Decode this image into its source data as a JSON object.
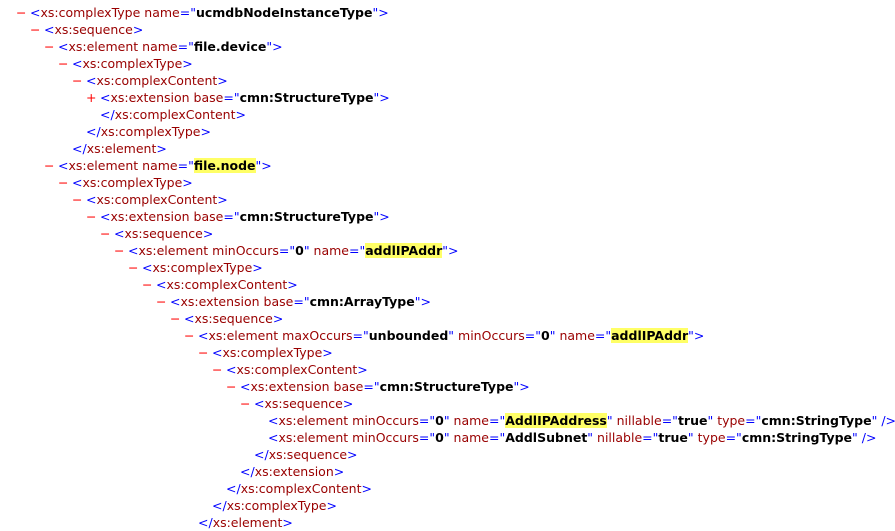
{
  "xml_lines": [
    {
      "toggle": "−",
      "open": "<",
      "tag": "xs:complexType",
      "attrs": [
        {
          "name": "name",
          "value": "ucmdbNodeInstanceType",
          "hl": false
        }
      ],
      "close": ">"
    },
    {
      "toggle": "−",
      "open": "<",
      "tag": "xs:sequence",
      "attrs": [],
      "close": ">"
    },
    {
      "toggle": "−",
      "open": "<",
      "tag": "xs:element",
      "attrs": [
        {
          "name": "name",
          "value": "file.device",
          "hl": false
        }
      ],
      "close": ">"
    },
    {
      "toggle": "−",
      "open": "<",
      "tag": "xs:complexType",
      "attrs": [],
      "close": ">"
    },
    {
      "toggle": "−",
      "open": "<",
      "tag": "xs:complexContent",
      "attrs": [],
      "close": ">"
    },
    {
      "toggle": "+",
      "open": "<",
      "tag": "xs:extension",
      "attrs": [
        {
          "name": "base",
          "value": "cmn:StructureType",
          "hl": false
        }
      ],
      "close": ">"
    },
    {
      "toggle": "",
      "open": "</",
      "tag": "xs:complexContent",
      "attrs": [],
      "close": ">"
    },
    {
      "toggle": "",
      "open": "</",
      "tag": "xs:complexType",
      "attrs": [],
      "close": ">"
    },
    {
      "toggle": "",
      "open": "</",
      "tag": "xs:element",
      "attrs": [],
      "close": ">"
    },
    {
      "toggle": "−",
      "open": "<",
      "tag": "xs:element",
      "attrs": [
        {
          "name": "name",
          "value": "file.node",
          "hl": true
        }
      ],
      "close": ">"
    },
    {
      "toggle": "−",
      "open": "<",
      "tag": "xs:complexType",
      "attrs": [],
      "close": ">"
    },
    {
      "toggle": "−",
      "open": "<",
      "tag": "xs:complexContent",
      "attrs": [],
      "close": ">"
    },
    {
      "toggle": "−",
      "open": "<",
      "tag": "xs:extension",
      "attrs": [
        {
          "name": "base",
          "value": "cmn:StructureType",
          "hl": false
        }
      ],
      "close": ">"
    },
    {
      "toggle": "−",
      "open": "<",
      "tag": "xs:sequence",
      "attrs": [],
      "close": ">"
    },
    {
      "toggle": "−",
      "open": "<",
      "tag": "xs:element",
      "attrs": [
        {
          "name": "minOccurs",
          "value": "0",
          "hl": false
        },
        {
          "name": "name",
          "value": "addlIPAddr",
          "hl": true
        }
      ],
      "close": ">"
    },
    {
      "toggle": "−",
      "open": "<",
      "tag": "xs:complexType",
      "attrs": [],
      "close": ">"
    },
    {
      "toggle": "−",
      "open": "<",
      "tag": "xs:complexContent",
      "attrs": [],
      "close": ">"
    },
    {
      "toggle": "−",
      "open": "<",
      "tag": "xs:extension",
      "attrs": [
        {
          "name": "base",
          "value": "cmn:ArrayType",
          "hl": false
        }
      ],
      "close": ">"
    },
    {
      "toggle": "−",
      "open": "<",
      "tag": "xs:sequence",
      "attrs": [],
      "close": ">"
    },
    {
      "toggle": "−",
      "open": "<",
      "tag": "xs:element",
      "attrs": [
        {
          "name": "maxOccurs",
          "value": "unbounded",
          "hl": false
        },
        {
          "name": "minOccurs",
          "value": "0",
          "hl": false
        },
        {
          "name": "name",
          "value": "addlIPAddr",
          "hl": true
        }
      ],
      "close": ">"
    },
    {
      "toggle": "−",
      "open": "<",
      "tag": "xs:complexType",
      "attrs": [],
      "close": ">"
    },
    {
      "toggle": "−",
      "open": "<",
      "tag": "xs:complexContent",
      "attrs": [],
      "close": ">"
    },
    {
      "toggle": "−",
      "open": "<",
      "tag": "xs:extension",
      "attrs": [
        {
          "name": "base",
          "value": "cmn:StructureType",
          "hl": false
        }
      ],
      "close": ">"
    },
    {
      "toggle": "−",
      "open": "<",
      "tag": "xs:sequence",
      "attrs": [],
      "close": ">"
    },
    {
      "toggle": "",
      "open": "<",
      "tag": "xs:element",
      "attrs": [
        {
          "name": "minOccurs",
          "value": "0",
          "hl": false
        },
        {
          "name": "name",
          "value": "AddlIPAddress",
          "hl": true
        },
        {
          "name": "nillable",
          "value": "true",
          "hl": false
        },
        {
          "name": "type",
          "value": "cmn:StringType",
          "hl": false
        }
      ],
      "close": " />"
    },
    {
      "toggle": "",
      "open": "<",
      "tag": "xs:element",
      "attrs": [
        {
          "name": "minOccurs",
          "value": "0",
          "hl": false
        },
        {
          "name": "name",
          "value": "AddlSubnet",
          "hl": false
        },
        {
          "name": "nillable",
          "value": "true",
          "hl": false
        },
        {
          "name": "type",
          "value": "cmn:StringType",
          "hl": false
        }
      ],
      "close": " />"
    },
    {
      "toggle": "",
      "open": "</",
      "tag": "xs:sequence",
      "attrs": [],
      "close": ">"
    },
    {
      "toggle": "",
      "open": "</",
      "tag": "xs:extension",
      "attrs": [],
      "close": ">"
    },
    {
      "toggle": "",
      "open": "</",
      "tag": "xs:complexContent",
      "attrs": [],
      "close": ">"
    },
    {
      "toggle": "",
      "open": "</",
      "tag": "xs:complexType",
      "attrs": [],
      "close": ">"
    },
    {
      "toggle": "",
      "open": "</",
      "tag": "xs:element",
      "attrs": [],
      "close": ">"
    }
  ]
}
